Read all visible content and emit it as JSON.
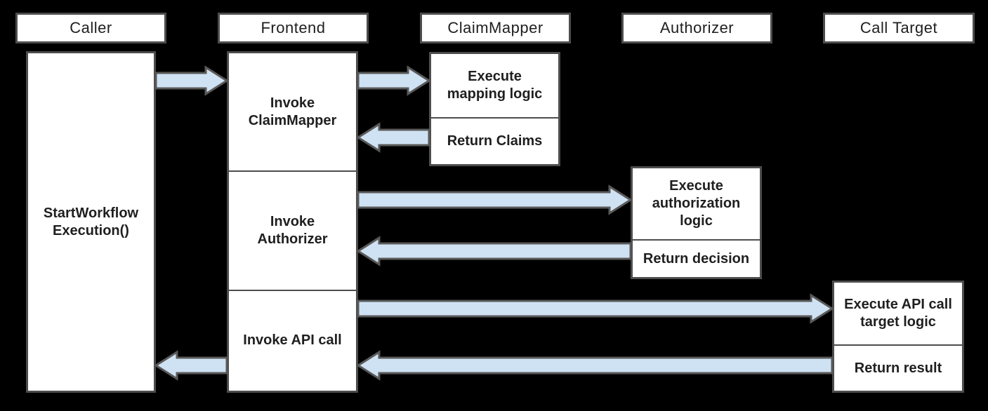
{
  "colors": {
    "background": "#000000",
    "box_fill": "#ffffff",
    "box_border": "#4d4d4d",
    "arrow_fill": "#cfe2f3",
    "arrow_stroke": "#595959",
    "text": "#1f1f1f"
  },
  "actors": [
    {
      "label": "Caller"
    },
    {
      "label": "Frontend"
    },
    {
      "label": "ClaimMapper"
    },
    {
      "label": "Authorizer"
    },
    {
      "label": "Call Target"
    }
  ],
  "lifelines": {
    "caller": {
      "box": {
        "lines": [
          "StartWorkflow",
          "Execution()"
        ]
      }
    },
    "frontend": {
      "boxes": [
        {
          "lines": [
            "Invoke",
            "ClaimMapper"
          ]
        },
        {
          "lines": [
            "Invoke",
            "Authorizer"
          ]
        },
        {
          "lines": [
            "Invoke API call"
          ]
        }
      ]
    },
    "claimmapper": {
      "boxes": [
        {
          "lines": [
            "Execute",
            "mapping logic"
          ]
        },
        {
          "lines": [
            "Return Claims"
          ]
        }
      ]
    },
    "authorizer": {
      "boxes": [
        {
          "lines": [
            "Execute",
            "authorization",
            "logic"
          ]
        },
        {
          "lines": [
            "Return decision"
          ]
        }
      ]
    },
    "calltarget": {
      "boxes": [
        {
          "lines": [
            "Execute API call",
            "target logic"
          ]
        },
        {
          "lines": [
            "Return result"
          ]
        }
      ]
    }
  },
  "arrows": [
    {
      "from": "caller",
      "to": "frontend",
      "direction": "right"
    },
    {
      "from": "frontend",
      "to": "claimmapper",
      "direction": "right"
    },
    {
      "from": "claimmapper",
      "to": "frontend",
      "direction": "left"
    },
    {
      "from": "frontend",
      "to": "authorizer",
      "direction": "right"
    },
    {
      "from": "authorizer",
      "to": "frontend",
      "direction": "left"
    },
    {
      "from": "frontend",
      "to": "calltarget",
      "direction": "right"
    },
    {
      "from": "calltarget",
      "to": "frontend",
      "direction": "left"
    },
    {
      "from": "frontend",
      "to": "caller",
      "direction": "left"
    }
  ]
}
